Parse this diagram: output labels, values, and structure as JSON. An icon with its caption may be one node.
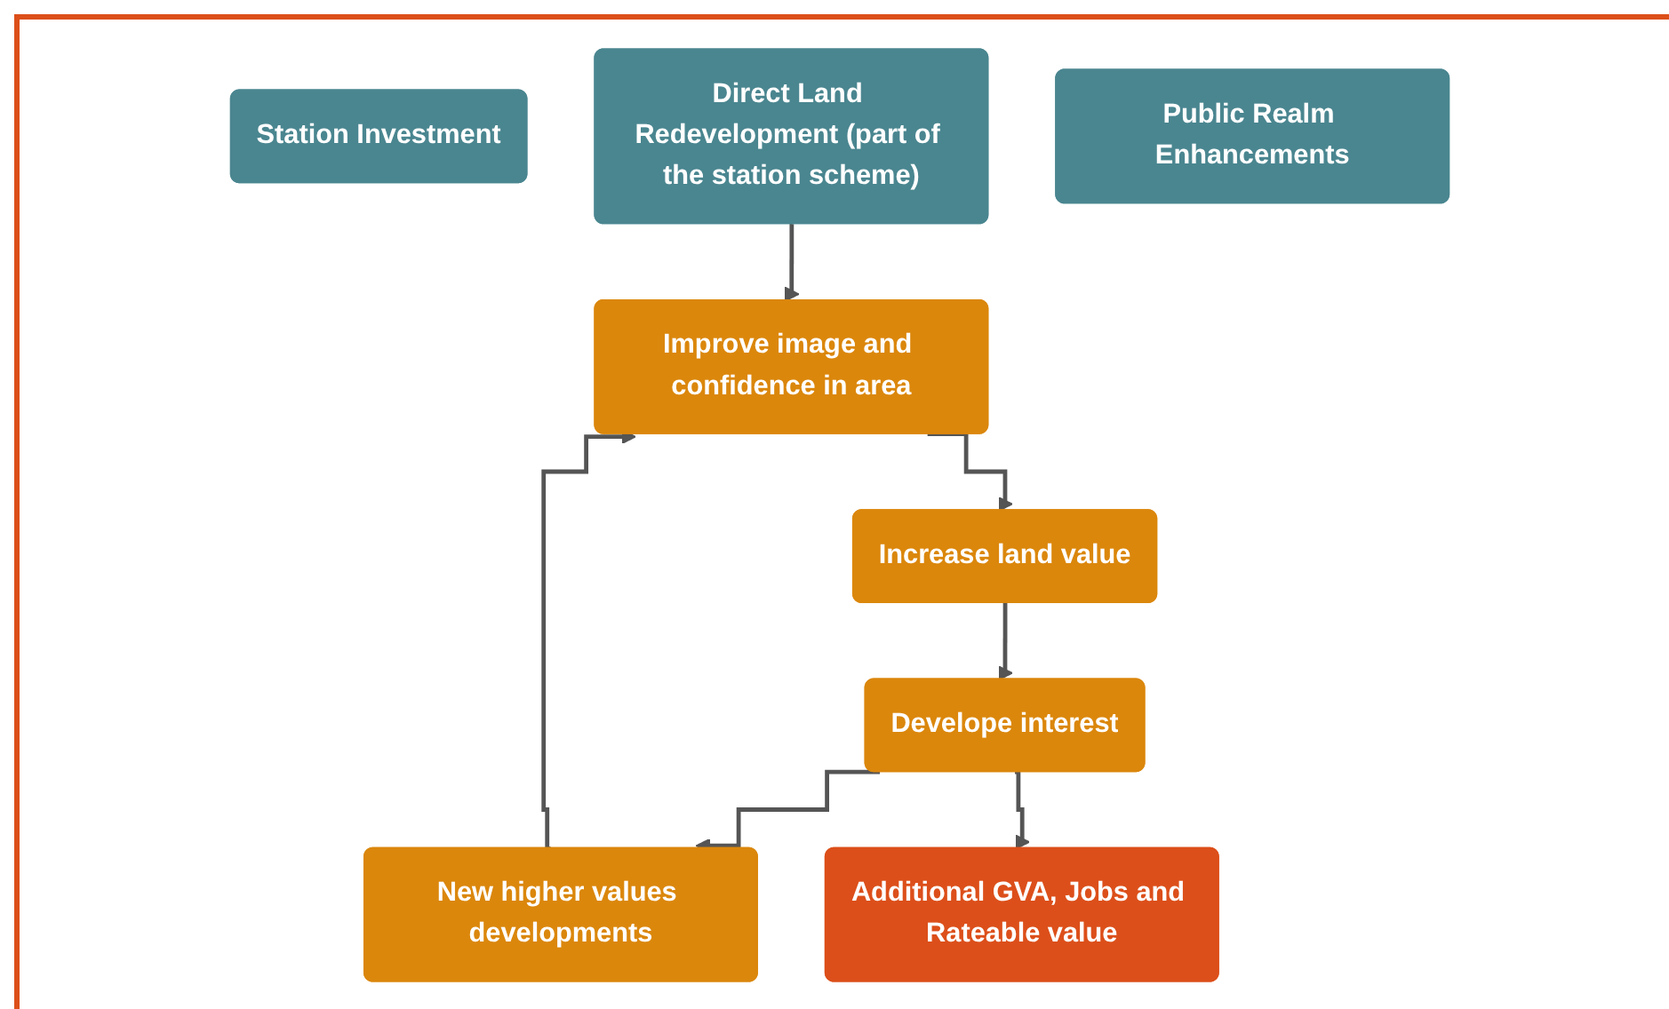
{
  "diagram": {
    "nodes": [
      {
        "text": [
          "Station Investment"
        ]
      },
      {
        "text": [
          "Direct Land Redevelopment (part of the station scheme)"
        ]
      },
      {
        "text": [
          "Public Realm Enhancements"
        ]
      },
      {
        "text": [
          "Improve image and confidence in area"
        ]
      },
      {
        "text": [
          "New higher values developments"
        ]
      },
      {
        "text": [
          "Increase land value"
        ]
      },
      {
        "text": [
          "Develope interest"
        ]
      },
      {
        "text": [
          "Additional GVA, Jobs and Rateable value"
        ]
      }
    ],
    "edges": [
      {
        "from": 1,
        "to": 3,
        "arrow": "to"
      },
      {
        "from": 3,
        "to": 5,
        "arrow": "to"
      },
      {
        "from": 5,
        "to": 6,
        "arrow": "to"
      },
      {
        "from": 6,
        "to": 4,
        "arrow": "to"
      },
      {
        "from": 4,
        "to": 3,
        "arrow": "to"
      },
      {
        "from": 6,
        "to": 7,
        "arrow": "to"
      }
    ]
  }
}
